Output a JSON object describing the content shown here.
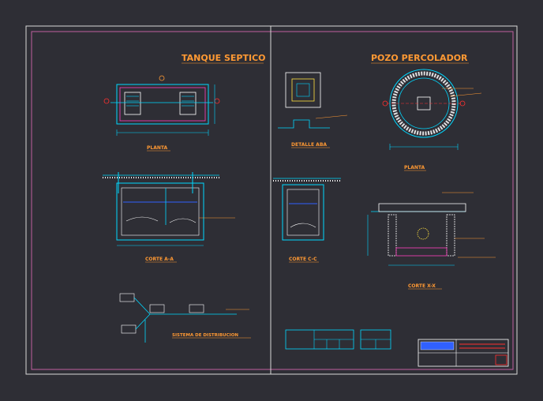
{
  "colors": {
    "background": "#2e2e35",
    "border": "#d8d8d8",
    "frame": "#c060a0",
    "cyan": "#00d8ff",
    "white": "#ffffff",
    "orange": "#ff9933",
    "yellow": "#ffe040",
    "red": "#ff3030",
    "magenta": "#ff40c0",
    "blue": "#3060ff"
  },
  "titles": {
    "tanque": "TANQUE SEPTICO",
    "pozo": "POZO PERCOLADOR"
  },
  "labels": {
    "planta_tanque": "PLANTA",
    "detalle": "DETALLE ABA",
    "planta_pozo": "PLANTA",
    "corte_aa": "CORTE A-A",
    "corte_cc": "CORTE C-C",
    "corte_xx": "CORTE X-X",
    "sistema": "SISTEMA DE DISTRIBUCION"
  }
}
